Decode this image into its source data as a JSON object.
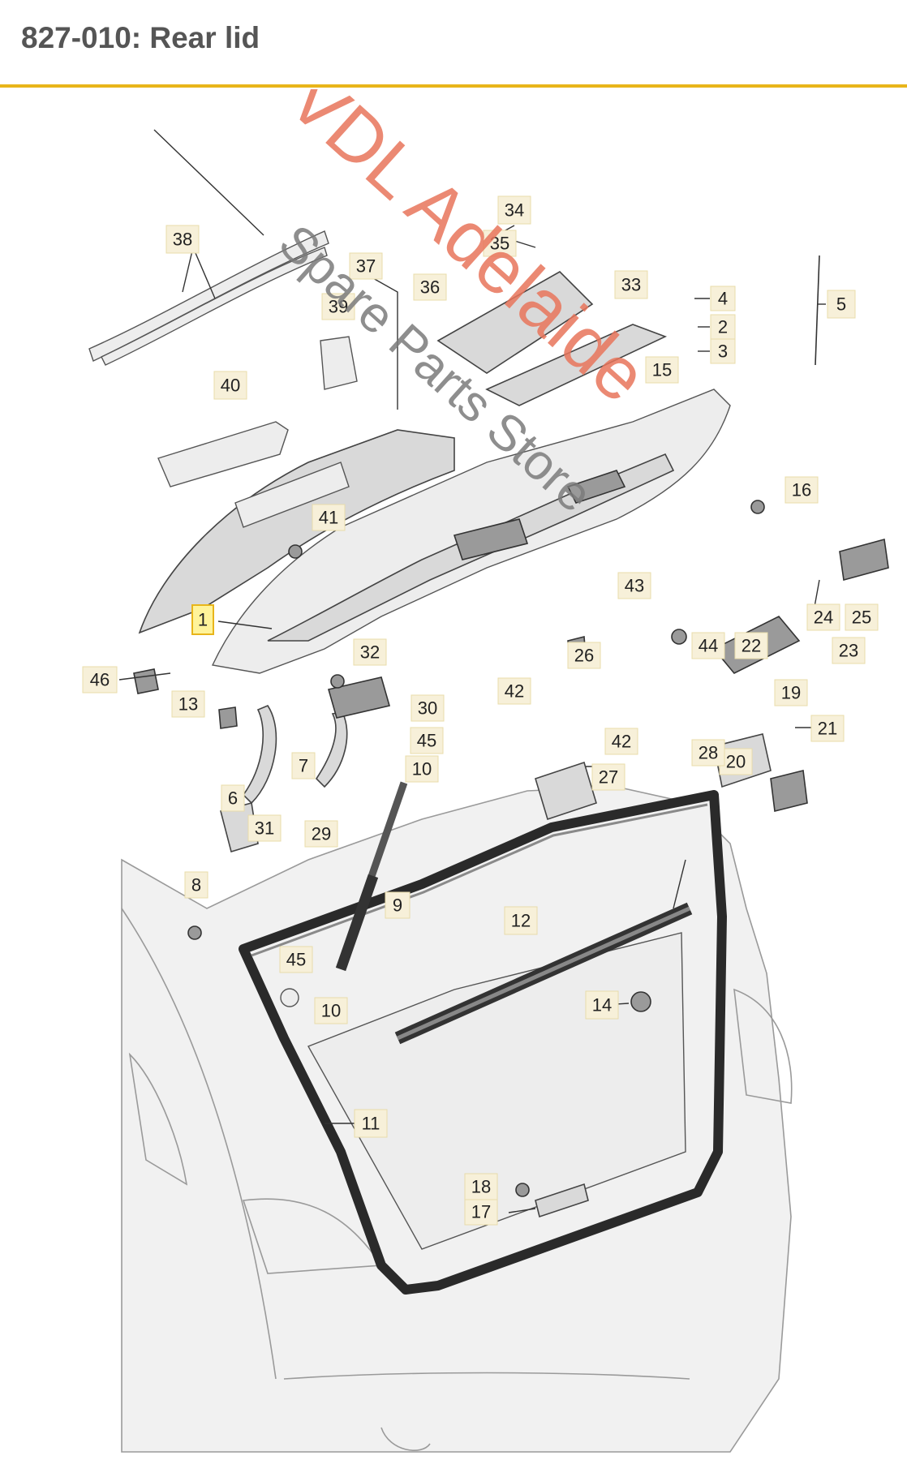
{
  "header": {
    "title": "827-010: Rear lid",
    "accent_color": "#e8b51a",
    "title_color": "#555555"
  },
  "watermark": {
    "line1": "VDL Adelaide",
    "line2": "Spare Parts Store",
    "color1": "#e8745a",
    "color2": "#7a7a7a"
  },
  "labels": {
    "p1": "1",
    "p2": "2",
    "p3": "3",
    "p4": "4",
    "p5": "5",
    "p6": "6",
    "p7": "7",
    "p8": "8",
    "p9": "9",
    "p10a": "10",
    "p10b": "10",
    "p11": "11",
    "p12": "12",
    "p13": "13",
    "p14": "14",
    "p15": "15",
    "p16": "16",
    "p17": "17",
    "p18": "18",
    "p19": "19",
    "p20": "20",
    "p21": "21",
    "p22": "22",
    "p23": "23",
    "p24": "24",
    "p25": "25",
    "p26": "26",
    "p27": "27",
    "p28": "28",
    "p29": "29",
    "p30": "30",
    "p31": "31",
    "p32": "32",
    "p33": "33",
    "p34": "34",
    "p35": "35",
    "p36": "36",
    "p37": "37",
    "p38": "38",
    "p39": "39",
    "p40": "40",
    "p41": "41",
    "p42a": "42",
    "p42b": "42",
    "p43": "43",
    "p44": "44",
    "p45a": "45",
    "p45b": "45",
    "p46": "46"
  }
}
